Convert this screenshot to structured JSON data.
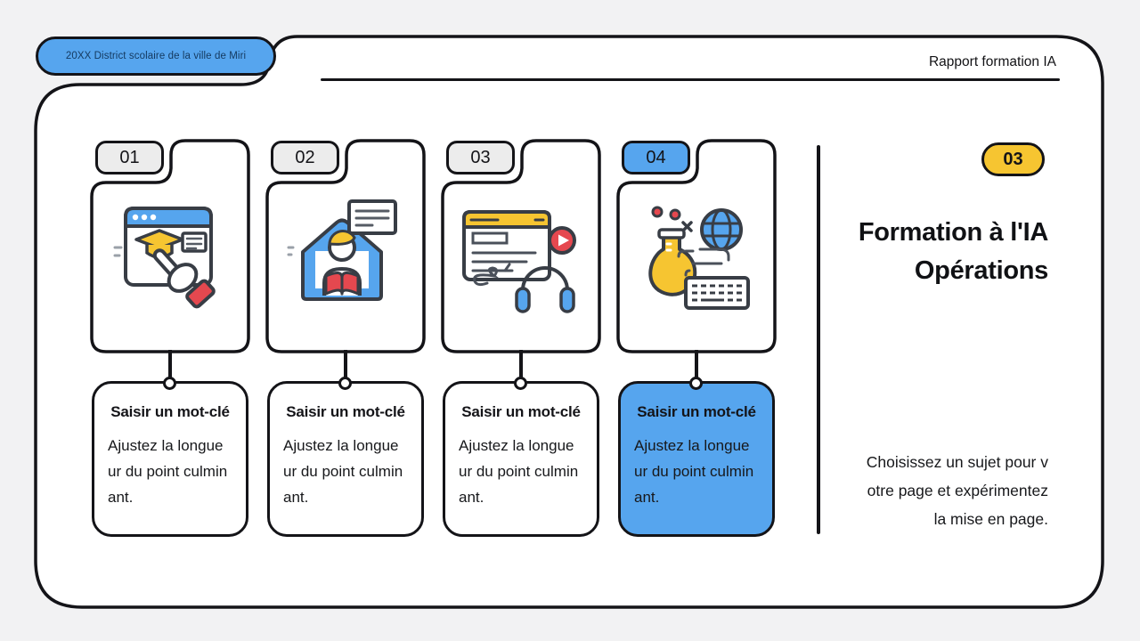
{
  "slide": {
    "badge_label": "20XX District scolaire de la ville de Miri",
    "header_label": "Rapport formation IA"
  },
  "columns": [
    {
      "number": "01",
      "icon": "education-browser-icon",
      "title": "Saisir un mot-clé",
      "body_lines": [
        "Ajustez la longue",
        "ur du point culmin",
        "ant."
      ],
      "highlighted": false
    },
    {
      "number": "02",
      "icon": "home-reading-icon",
      "title": "Saisir un mot-clé",
      "body_lines": [
        "Ajustez la longue",
        "ur du point culmin",
        "ant."
      ],
      "highlighted": false
    },
    {
      "number": "03",
      "icon": "audio-document-icon",
      "title": "Saisir un mot-clé",
      "body_lines": [
        "Ajustez la longue",
        "ur du point culmin",
        "ant."
      ],
      "highlighted": false
    },
    {
      "number": "04",
      "icon": "experiment-lab-icon",
      "title": "Saisir un mot-clé",
      "body_lines": [
        "Ajustez la longue",
        "ur du point culmin",
        "ant."
      ],
      "highlighted": true
    }
  ],
  "aside": {
    "badge_label": "03",
    "title_lines": [
      "Formation à l'IA",
      "Opérations"
    ],
    "body_lines": [
      "Choisissez un sujet pour v",
      "otre page et expérimentez",
      "la mise en page."
    ]
  },
  "colors": {
    "background": "#f2f2f3",
    "panel": "#ffffff",
    "ink": "#141418",
    "blue": "#56a5ee",
    "yellow": "#f6c531",
    "red": "#e5484f",
    "tab_gray": "#ececec"
  }
}
